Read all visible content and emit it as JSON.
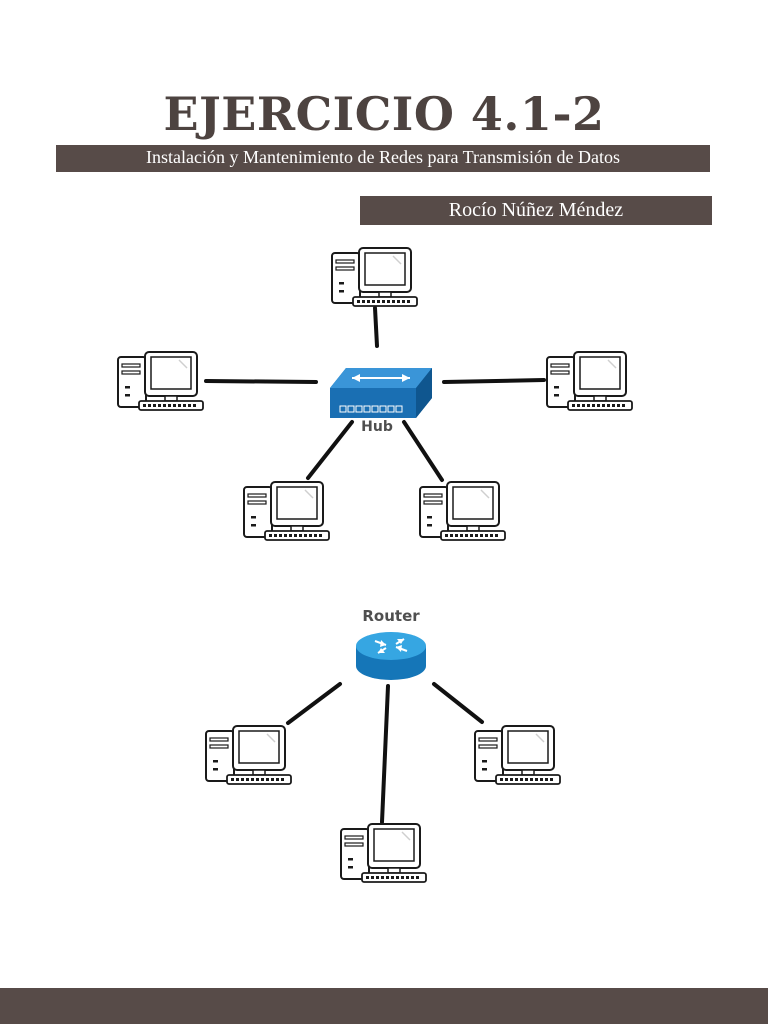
{
  "header": {
    "title": "EJERCICIO 4.1-2",
    "subtitle": "Instalación y Mantenimiento de Redes para Transmisión de Datos",
    "author": "Rocío Núñez Méndez"
  },
  "hub_diagram": {
    "device_label": "Hub",
    "device_icon": "hub-icon",
    "computer_count": 5
  },
  "router_diagram": {
    "device_label": "Router",
    "device_icon": "router-icon",
    "computer_count": 3
  },
  "colors": {
    "banner": "#574b48",
    "title_text": "#4d4340",
    "hub_blue": "#1a6fb3",
    "router_blue": "#1b8fd0"
  }
}
